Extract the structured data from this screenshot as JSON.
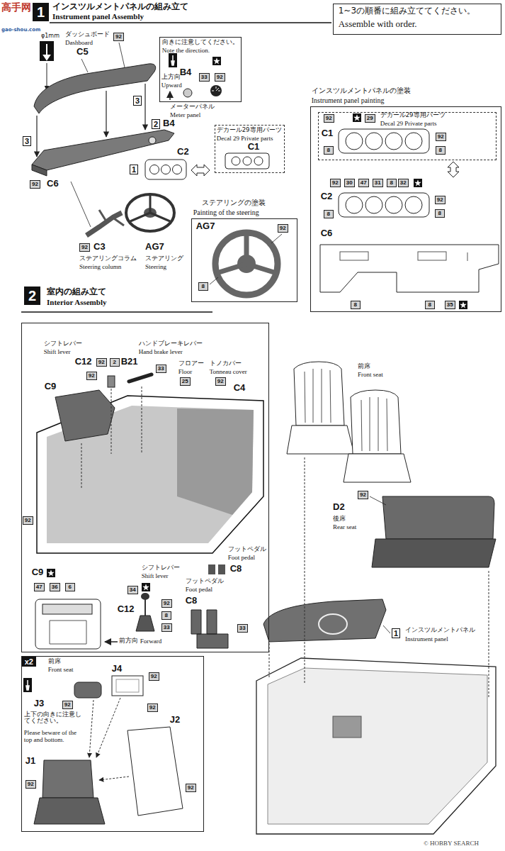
{
  "diagram": {
    "nodes": [
      {
        "text": [
          "1~3の順番に組み立ててください。",
          "Assemble with order."
        ]
      },
      {
        "text": [
          "向きに注意してください。",
          "Note the direction.",
          "上方向",
          "Upward",
          "B4",
          "33",
          "92"
        ]
      },
      {
        "text": [
          "デカール29専用パーツ",
          "Decal 29 Private parts",
          "C1"
        ]
      },
      {
        "text": [
          "ステアリングの塗装",
          "Painting of the steering",
          "AG7",
          "92",
          "8"
        ]
      },
      {
        "text": [
          "インスツルメントパネルの塗装",
          "Instrument panel painting",
          "92",
          "30",
          "47",
          "31",
          "8",
          "32",
          "C2",
          "8",
          "92",
          "8",
          "C6",
          "8",
          "8",
          "35"
        ]
      },
      {
        "text": [
          "92",
          "29",
          "デカール29専用パーツ",
          "Decal 29 Private parts",
          "C1",
          "8",
          "92",
          "8"
        ],
        "in": 4
      },
      {
        "text": [
          "シフトレバー",
          "Shift lever",
          "C12",
          "92",
          "2",
          "B21",
          "ハンドブレーキレバー",
          "Hand brake lever",
          "33",
          "フロアー",
          "Floor",
          "25",
          "トノカバー",
          "Tonneau cover",
          "92",
          "C4",
          "C9",
          "92",
          "92",
          "フットペダル",
          "Foot pedal",
          "C8",
          "C9",
          "47",
          "36",
          "6",
          "34",
          "シフトレバー",
          "Shift lever",
          "C12",
          "92",
          "8",
          "33",
          "フットペダル",
          "Foot pedal",
          "C8",
          "33",
          "前方向",
          "Forward"
        ]
      },
      {
        "text": [
          "x2",
          "前席",
          "Front seat",
          "J4",
          "92",
          "J3",
          "92",
          "上下の向きに注意してください。",
          "Please beware of the top and bottom.",
          "92",
          "J2",
          "92",
          "J1",
          "92"
        ]
      }
    ],
    "labels": [
      "高手网",
      "gao-shou.com",
      "1",
      "インスツルメントパネルの組み立て",
      "Instrument panel Assembly",
      "φ1mm",
      "ダッシュボード",
      "Dashboard",
      "C5",
      "92",
      "3",
      "メーターパネル",
      "Meter panel",
      "2",
      "B4",
      "3",
      "C2",
      "1",
      "C6",
      "92",
      "92",
      "C3",
      "ステアリングコラム",
      "Steering column",
      "AG7",
      "ステアリング",
      "Steering",
      "2",
      "室内の組み立て",
      "Interior Assembly",
      "前席",
      "Front seat",
      "92",
      "D2",
      "後席",
      "Rear seat",
      "1",
      "インスツルメントパネル",
      "Instrument panel",
      "© HOBBY SEARCH"
    ]
  }
}
